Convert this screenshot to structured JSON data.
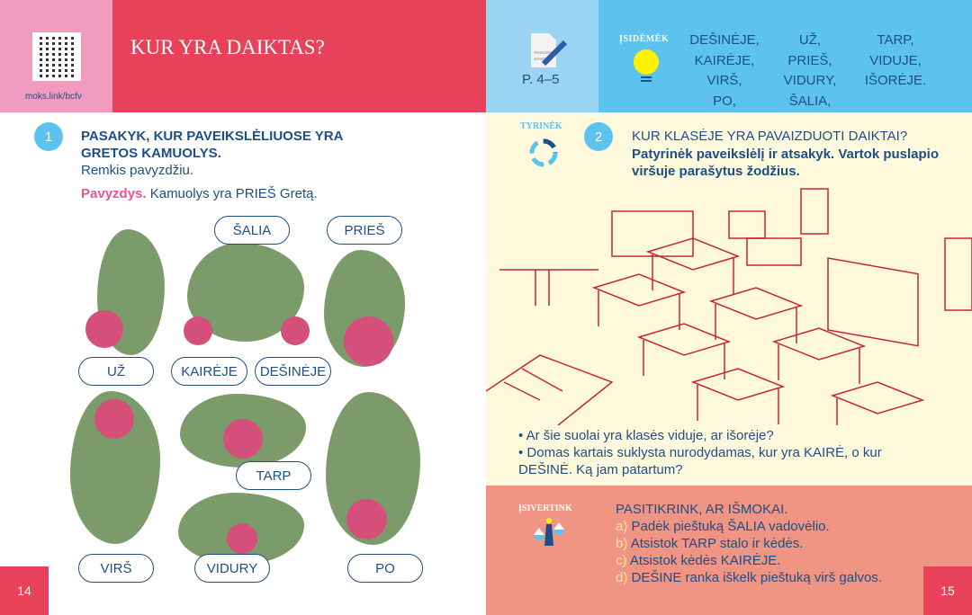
{
  "left_header": {
    "qr_link": "moks.link/bcfv",
    "title": "KUR YRA DAIKTAS?"
  },
  "right_header": {
    "pages_ref": "P. 4–5",
    "remember_label": "ĮSIDĖMĖK",
    "words_col1": [
      "DEŠINĖJE,",
      "KAIRĖJE,",
      "VIRŠ,",
      "PO,"
    ],
    "words_col2": [
      "UŽ,",
      "PRIEŠ,",
      "VIDURY,",
      "ŠALIA,"
    ],
    "words_col3": [
      "TARP,",
      "VIDUJE,",
      "IŠORĖJE."
    ]
  },
  "task1": {
    "number": "1",
    "heading_line1": "PASAKYK, KUR PAVEIKSLĖLIUOSE YRA",
    "heading_line2": "GRETOS KAMUOLYS.",
    "hint": "Remkis pavyzdžiu.",
    "example_label": "Pavyzdys.",
    "example_text": "Kamuolys yra PRIEŠ Gretą.",
    "labels": {
      "salia": "ŠALIA",
      "pries": "PRIEŠ",
      "uz": "UŽ",
      "kaireje": "KAIRĖJE",
      "desineje": "DEŠINĖJE",
      "tarp": "TARP",
      "virs": "VIRŠ",
      "vidury": "VIDURY",
      "po": "PO"
    }
  },
  "task2": {
    "explore_label": "TYRINĖK",
    "number": "2",
    "heading": "KUR KLASĖJE YRA PAVAIZDUOTI DAIKTAI?",
    "sub_line1": "Patyrinėk paveikslėlį ir atsakyk. Vartok puslapio",
    "sub_line2": "viršuje parašytus žodžius.",
    "q1": "• Ar šie suolai yra klasės viduje, ar išorėje?",
    "q2_line1": "• Domas kartais suklysta nurodydamas, kur yra KAIRĖ, o kur",
    "q2_line2": "DEŠINĖ. Ką jam patartum?"
  },
  "self_check": {
    "label": "ĮSIVERTINK",
    "heading": "PASITIKRINK, AR IŠMOKAI.",
    "items": [
      {
        "letter": "a)",
        "text": "Padėk pieštuką ŠALIA vadovėlio."
      },
      {
        "letter": "b)",
        "text": "Atsistok TARP stalo ir kėdės."
      },
      {
        "letter": "c)",
        "text": "Atsistok kėdės KAIRĖJE."
      },
      {
        "letter": "d)",
        "text": "DEŠINE ranka iškelk pieštuką virš galvos."
      }
    ]
  },
  "page_numbers": {
    "left": "14",
    "right": "15"
  },
  "colors": {
    "red": "#e8425a",
    "blue": "#5bc3ee",
    "navy": "#1d4f86",
    "pink": "#e8558f",
    "yellow_bg": "#fef9dc",
    "salmon": "#f09483"
  }
}
